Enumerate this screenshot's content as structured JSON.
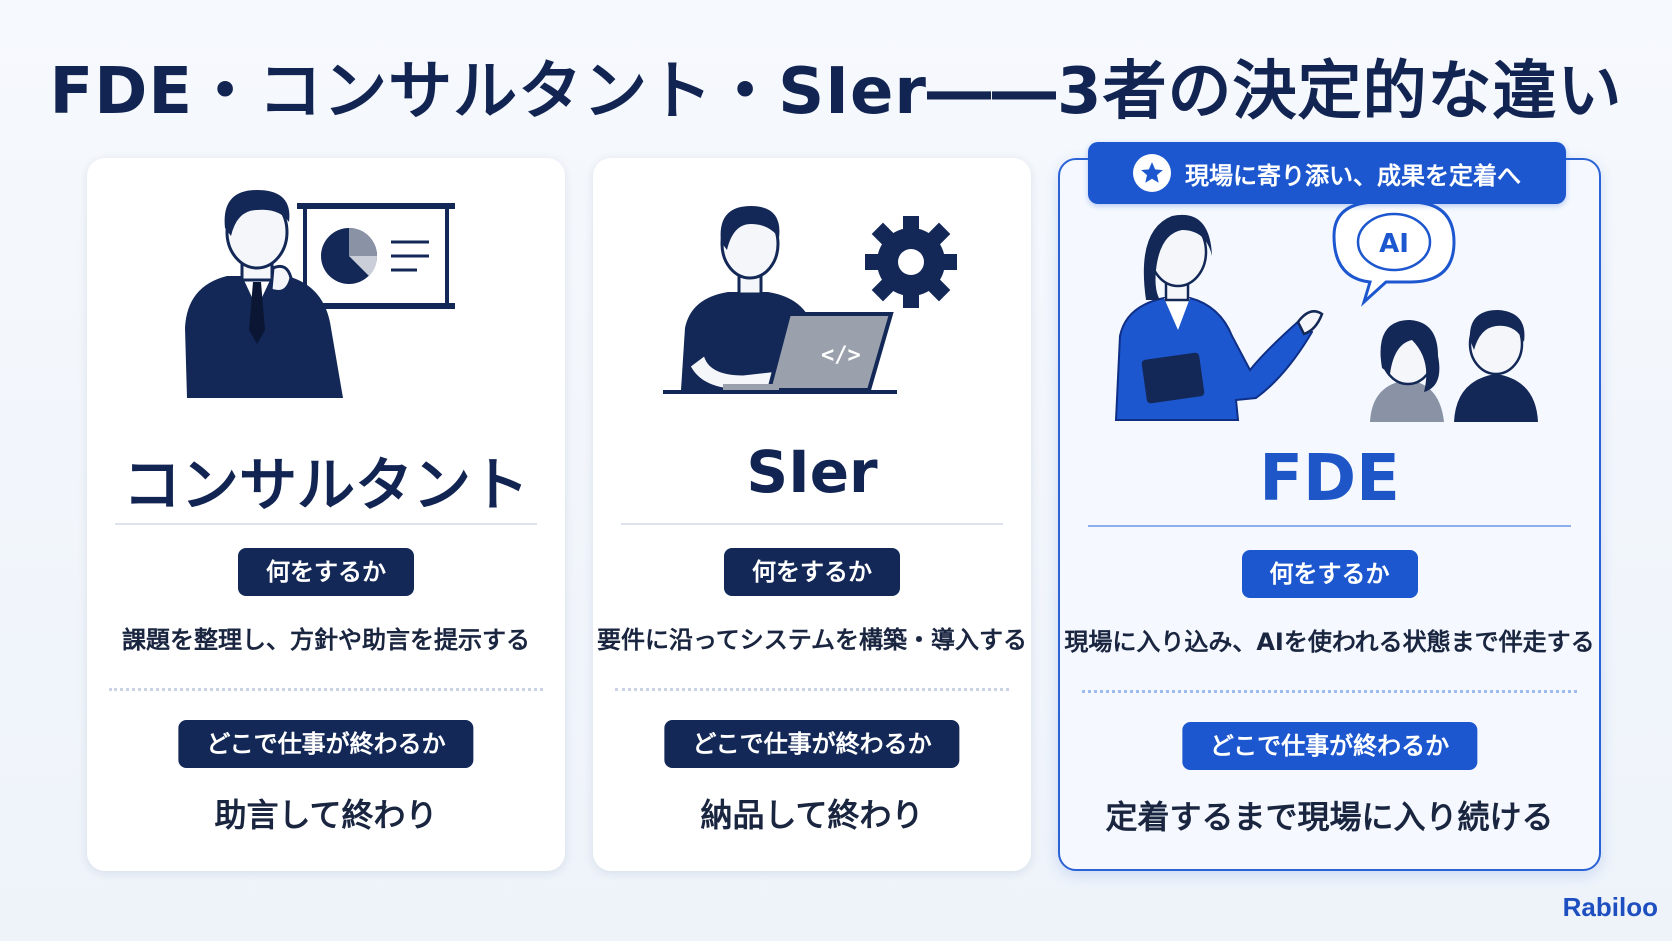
{
  "title": "FDE・コンサルタント・SIer――3者の決定的な違い",
  "logo": "Rabiloo",
  "highlight_badge": "現場に寄り添い、成果を定着へ",
  "colors": {
    "navy": "#132857",
    "accent_blue": "#1d57cf",
    "background": "#f3f7fc"
  },
  "cards": [
    {
      "role": "コンサルタント",
      "what_label": "何をするか",
      "what_text": "課題を整理し、方針や助言を提示する",
      "where_label": "どこで仕事が終わるか",
      "where_text": "助言して終わり"
    },
    {
      "role": "SIer",
      "what_label": "何をするか",
      "what_text": "要件に沿ってシステムを構築・導入する",
      "where_label": "どこで仕事が終わるか",
      "where_text": "納品して終わり"
    },
    {
      "role": "FDE",
      "what_label": "何をするか",
      "what_text": "現場に入り込み、AIを使われる状態まで伴走する",
      "where_label": "どこで仕事が終わるか",
      "where_text": "定着するまで現場に入り続ける",
      "bubble_text": "AI"
    }
  ]
}
